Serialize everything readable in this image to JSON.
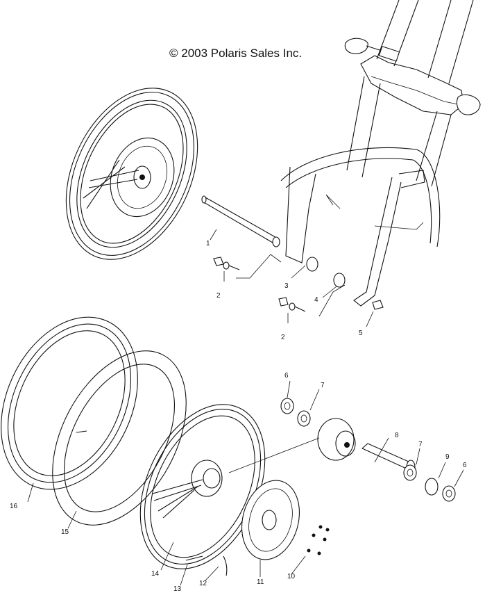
{
  "copyright": "© 2003 Polaris Sales Inc.",
  "callouts": [
    {
      "id": "c1",
      "label": "1"
    },
    {
      "id": "c2a",
      "label": "2"
    },
    {
      "id": "c2b",
      "label": "2"
    },
    {
      "id": "c3",
      "label": "3"
    },
    {
      "id": "c4",
      "label": "4"
    },
    {
      "id": "c5",
      "label": "5"
    },
    {
      "id": "c6a",
      "label": "6"
    },
    {
      "id": "c6b",
      "label": "6"
    },
    {
      "id": "c7a",
      "label": "7"
    },
    {
      "id": "c7b",
      "label": "7"
    },
    {
      "id": "c8",
      "label": "8"
    },
    {
      "id": "c9",
      "label": "9"
    },
    {
      "id": "c10",
      "label": "10"
    },
    {
      "id": "c11",
      "label": "11"
    },
    {
      "id": "c12",
      "label": "12"
    },
    {
      "id": "c13",
      "label": "13"
    },
    {
      "id": "c14",
      "label": "14"
    },
    {
      "id": "c15",
      "label": "15"
    },
    {
      "id": "c16",
      "label": "16"
    }
  ]
}
